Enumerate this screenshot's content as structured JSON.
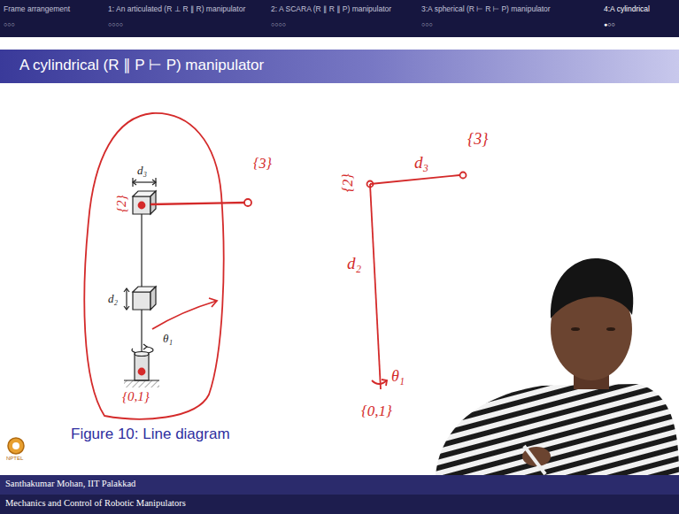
{
  "diagram": {
    "title": "A cylindrical (R ∥ P ⊢ P) manipulator",
    "caption": "Figure 10: Line diagram",
    "labels": [
      "Frame arrangement",
      "○○○",
      "1: An articulated (R ⊥ R ∥ R) manipulator",
      "○○○○",
      "2: A SCARA (R ∥ R ∥ P) manipulator",
      "○○○○",
      "3:A spherical (R ⊢ R ⊢ P) manipulator",
      "○○○",
      "4:A cylindrical",
      "●○○",
      "d₃",
      "d₂",
      "θ₁",
      "{2}",
      "{3}",
      "{0,1}",
      "{2}",
      "d₃",
      "{3}",
      "d₂",
      "θ₁",
      "{0,1}",
      "NPTEL",
      "Santhakumar Mohan, IIT Palakkad",
      "Mechanics and Control of Robotic Manipulators"
    ]
  }
}
